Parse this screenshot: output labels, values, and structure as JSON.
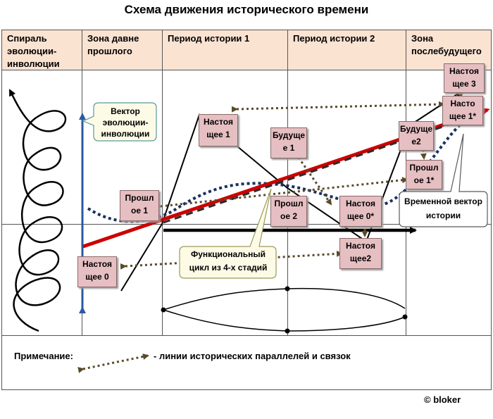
{
  "title": "Схема движения исторического времени",
  "headers": {
    "col1": "Спираль эволюции-инволюции",
    "col2": "Зона давне прошлого",
    "col3": "Период истории 1",
    "col4": "Период истории 2",
    "col5": "Зона послебудущего"
  },
  "boxes": {
    "present3": "Настоя щее 3",
    "present1star": "Насто щее 1*",
    "future2": "Будуще е2",
    "past1star": "Прошл ое 1*",
    "present1": "Настоя щее 1",
    "future1": "Будуще е 1",
    "past1": "Прошл ое 1",
    "past2": "Прошл ое 2",
    "present0star": "Настоя щее 0*",
    "present2": "Настоя щее2",
    "present0": "Настоя щее 0"
  },
  "callouts": {
    "vector_evolution": "Вектор эволюции-инволюции",
    "time_vector": "Временной вектор истории",
    "functional_cycle": "Функциональный цикл из 4-х стадий"
  },
  "note": {
    "label": "Примечание:",
    "text": "-  линии исторических параллелей и связок"
  },
  "copyright": "© bloker",
  "colors": {
    "header_bg": "#fbe3d2",
    "box_bg": "#e6bfc2",
    "time_vector": "#cc0000",
    "evolution_vector": "#2a5aa0",
    "link_lines": "#5a4a2a",
    "wave": "#1a3060",
    "callout_bg": "#fdfbe6"
  }
}
